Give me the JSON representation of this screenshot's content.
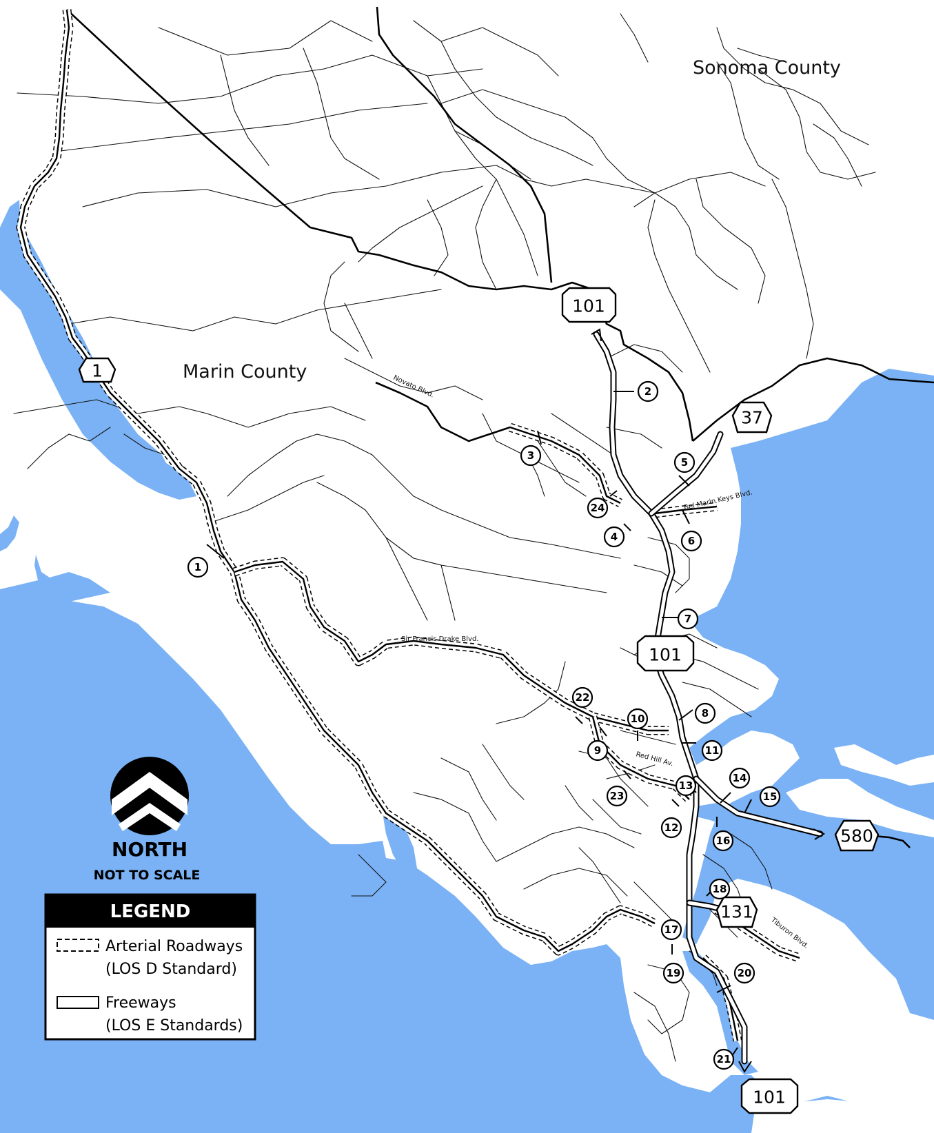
{
  "map": {
    "counties": {
      "sonoma": "Sonoma County",
      "marin": "Marin County"
    },
    "road_labels": {
      "novato": "Novato Blvd.",
      "bel_marin": "Bel Marin Keys Blvd.",
      "sir_francis": "Sir Francis Drake Blvd.",
      "red_hill": "Red Hill Av.",
      "tiburon": "Tiburon Blvd."
    },
    "shields": {
      "us101_north": "101",
      "us101_mid": "101",
      "us101_south": "101",
      "ca1": "1",
      "ca37": "37",
      "ca131": "131",
      "i580": "580"
    },
    "points": [
      "1",
      "2",
      "3",
      "4",
      "5",
      "6",
      "7",
      "8",
      "9",
      "10",
      "11",
      "12",
      "13",
      "14",
      "15",
      "16",
      "17",
      "18",
      "19",
      "20",
      "21",
      "22",
      "23",
      "24"
    ],
    "colors": {
      "water": "#7ab2f5",
      "land": "#ffffff",
      "lines": "#000000"
    }
  },
  "north_arrow": {
    "title": "NORTH",
    "subtitle": "NOT TO SCALE",
    "icon": "north-chevron-icon"
  },
  "legend": {
    "title": "LEGEND",
    "arterial_label": "Arterial Roadways",
    "arterial_standard": "(LOS D Standard)",
    "freeway_label": "Freeways",
    "freeway_standard": "(LOS E Standards)"
  }
}
